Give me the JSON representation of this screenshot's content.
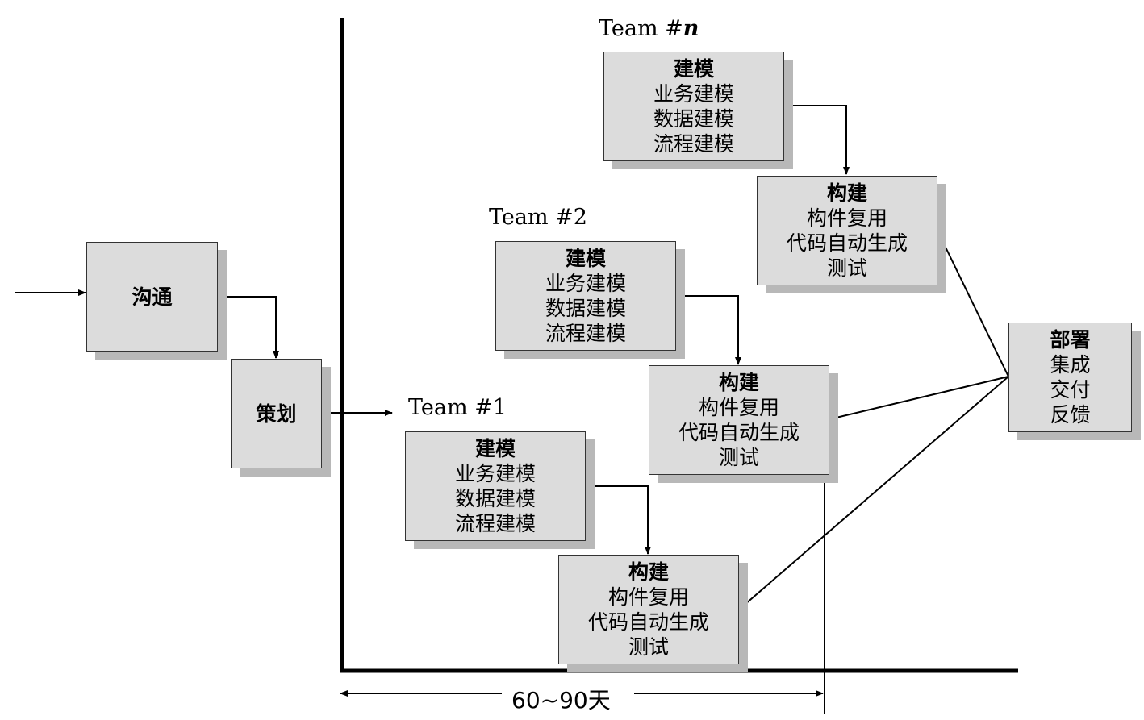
{
  "left_boxes": {
    "communication": "沟通",
    "planning": "策划"
  },
  "teams": [
    {
      "label": "Team #1",
      "model_box": {
        "title": "建模",
        "lines": [
          "业务建模",
          "数据建模",
          "流程建模"
        ]
      },
      "build_box": {
        "title": "构建",
        "lines": [
          "构件复用",
          "代码自动生成",
          "测试"
        ]
      }
    },
    {
      "label": "Team #2",
      "model_box": {
        "title": "建模",
        "lines": [
          "业务建模",
          "数据建模",
          "流程建模"
        ]
      },
      "build_box": {
        "title": "构建",
        "lines": [
          "构件复用",
          "代码自动生成",
          "测试"
        ]
      }
    },
    {
      "label_prefix": "Team #",
      "label_suffix": "n",
      "model_box": {
        "title": "建模",
        "lines": [
          "业务建模",
          "数据建模",
          "流程建模"
        ]
      },
      "build_box": {
        "title": "构建",
        "lines": [
          "构件复用",
          "代码自动生成",
          "测试"
        ]
      }
    }
  ],
  "deploy_box": {
    "title": "部署",
    "lines": [
      "集成",
      "交付",
      "反馈"
    ]
  },
  "duration_label": "60~90天"
}
